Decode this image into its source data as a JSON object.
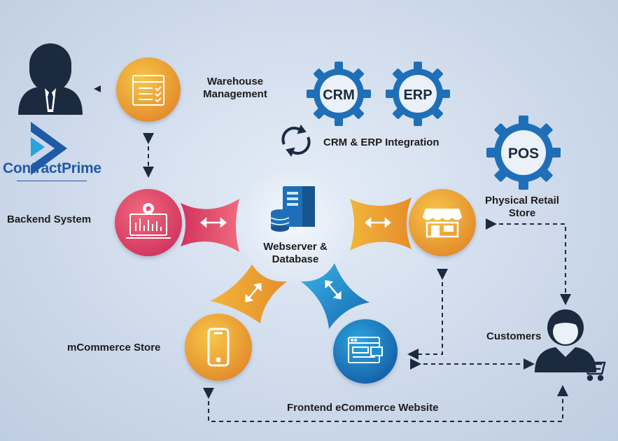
{
  "labels": {
    "warehouse": "Warehouse\nManagement",
    "crm_erp": "CRM & ERP Integration",
    "backend": "Backend System",
    "webserver": "Webserver &\nDatabase",
    "physical": "Physical Retail\nStore",
    "mcommerce": "mCommerce Store",
    "customers": "Customers",
    "frontend": "Frontend eCommerce Website"
  },
  "gears": {
    "crm": "CRM",
    "erp": "ERP",
    "pos": "POS"
  },
  "logo": {
    "name": "ContractPrime"
  },
  "colors": {
    "orange": "#f1a62a",
    "orange_dark": "#e0892a",
    "pink": "#e64b6e",
    "blue": "#1a8fd0",
    "blue_dark": "#1467a8",
    "gear_blue": "#1e6fb8",
    "navy": "#1b2a3f"
  },
  "icons": [
    "person-icon",
    "checklist-icon",
    "gear-icon",
    "server-icon",
    "database-icon",
    "refresh-icon",
    "store-icon",
    "smartphone-icon",
    "browser-icon",
    "cart-icon",
    "logo-icon"
  ]
}
